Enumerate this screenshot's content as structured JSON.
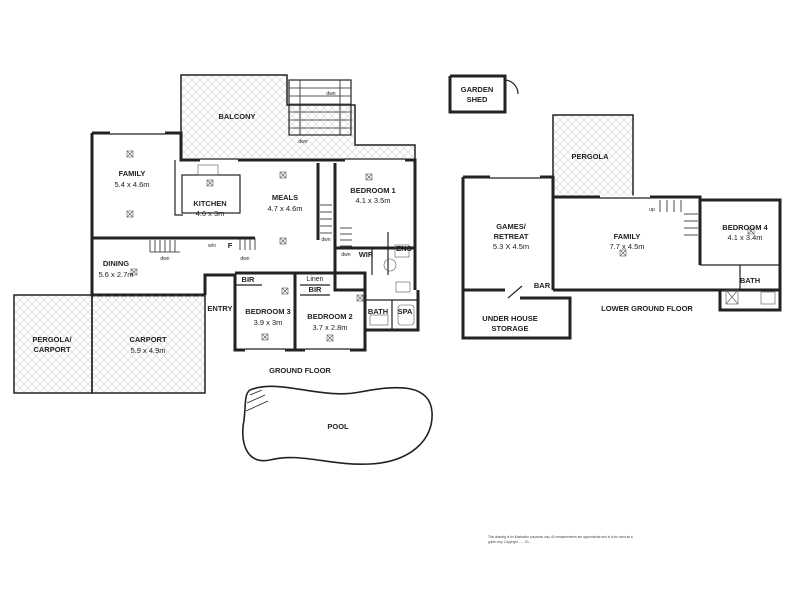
{
  "floors": {
    "ground": "GROUND FLOOR",
    "lower": "LOWER GROUND FLOOR"
  },
  "rooms": {
    "balcony": {
      "name": "BALCONY"
    },
    "family": {
      "name": "FAMILY",
      "size": "5.4 x 4.6m"
    },
    "kitchen": {
      "name": "KITCHEN",
      "size": "4.6 x 3m"
    },
    "meals": {
      "name": "MEALS",
      "size": "4.7 x 4.6m"
    },
    "bedroom1": {
      "name": "BEDROOM 1",
      "size": "4.1 x 3.5m"
    },
    "dining": {
      "name": "DINING",
      "size": "5.6 x 2.7m"
    },
    "bedroom3": {
      "name": "BEDROOM 3",
      "size": "3.9 x 3m"
    },
    "bedroom2": {
      "name": "BEDROOM 2",
      "size": "3.7 x 2.8m"
    },
    "pergola_carport": {
      "name_line1": "PERGOLA/",
      "name_line2": "CARPORT"
    },
    "carport": {
      "name": "CARPORT",
      "size": "5.9 x 4.9m"
    },
    "pool": {
      "name": "POOL"
    },
    "garden_shed": {
      "line1": "GARDEN",
      "line2": "SHED"
    },
    "pergola": {
      "name": "PERGOLA"
    },
    "games": {
      "line1": "GAMES/",
      "line2": "RETREAT",
      "size": "5.3 X 4.5m"
    },
    "family_lower": {
      "name": "FAMILY",
      "size": "7.7 x 4.5m"
    },
    "bedroom4": {
      "name": "BEDROOM 4",
      "size": "4.1 x 3.4m"
    },
    "under_house": {
      "line1": "UNDER HOUSE",
      "line2": "STORAGE"
    }
  },
  "labels": {
    "entry": "ENTRY",
    "bir": "BIR",
    "bir2": "BIR",
    "linen": "Linen",
    "wir": "WIR",
    "ens": "ENS",
    "bath": "BATH",
    "spa": "SPA",
    "bar": "BAR",
    "bath_lower": "BATH",
    "wo": "w/o",
    "f": "F",
    "dwn_balcony": "dwn",
    "dwn_kitchen": "dwn",
    "dwn_dining": "dwn",
    "dwn_meals": "dwn",
    "dwn_wir": "dwn",
    "dwn_stairs_top": "dwn",
    "up_lower": "up"
  },
  "disclaimer": {
    "line1": "This drawing is for illustration purposes only. All measurements are approximate and is to be used as a",
    "line2": "guide only. Copyright ...... 20..."
  }
}
